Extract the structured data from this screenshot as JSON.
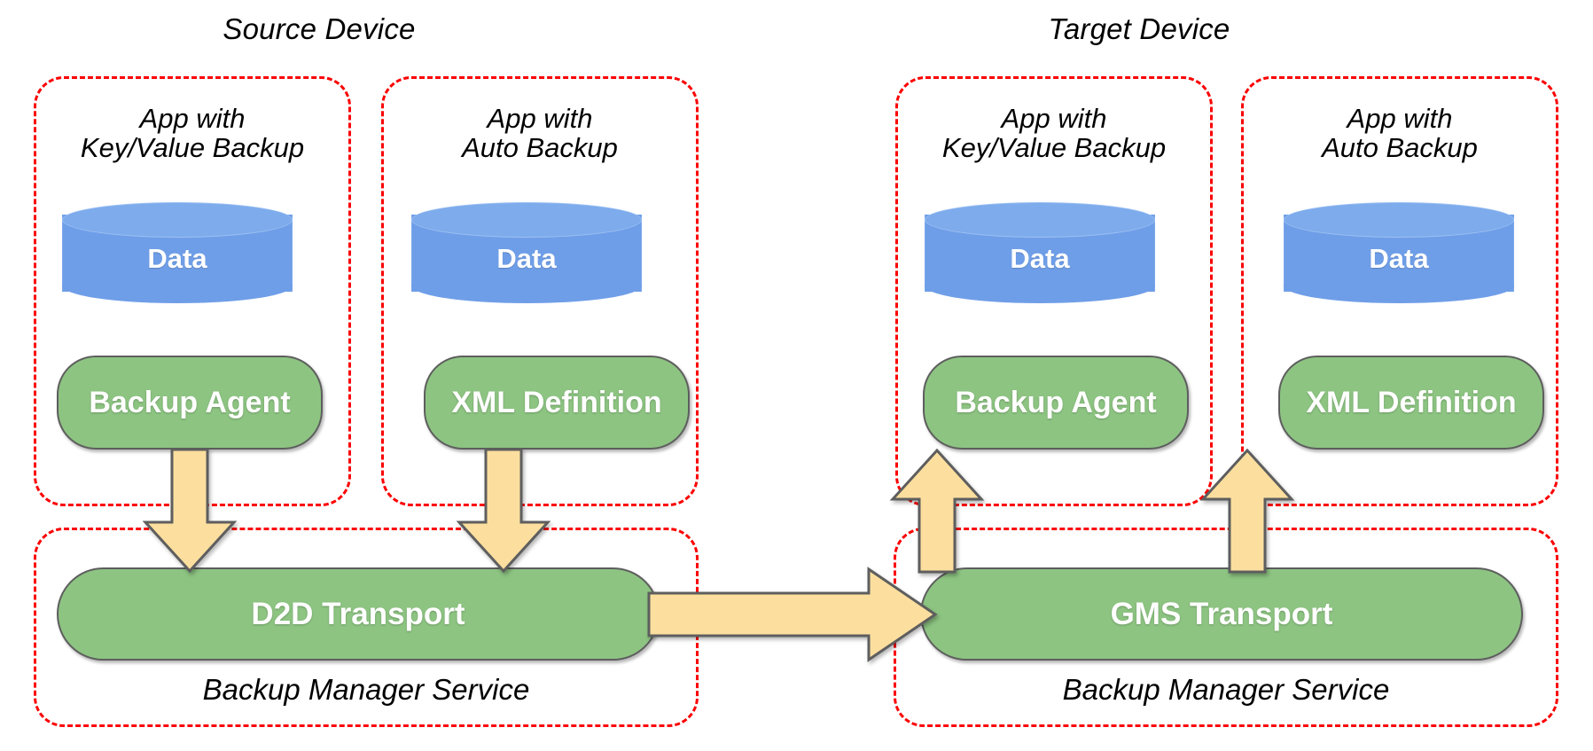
{
  "diagram": {
    "title_left": "Source Device",
    "title_right": "Target Device",
    "colors": {
      "dashed_border": "#fb0000",
      "cylinder_fill": "#6f9ee8",
      "cylinder_top": "#7dabec",
      "component_fill": "#8dc482",
      "component_stroke": "#5e5e5e",
      "arrow_fill": "#fcdf9e",
      "arrow_stroke": "#5e5e5e",
      "text_on_shape": "#ffffff",
      "text_plain": "#000000"
    }
  },
  "source_device": {
    "label": "Source Device",
    "apps": [
      {
        "caption": "App with\nKey/Value Backup",
        "data_label": "Data",
        "component_label": "Backup Agent"
      },
      {
        "caption": "App with\nAuto Backup",
        "data_label": "Data",
        "component_label": "XML Definition"
      }
    ],
    "service": {
      "transport_label": "D2D Transport",
      "service_label": "Backup Manager Service"
    }
  },
  "target_device": {
    "label": "Target Device",
    "apps": [
      {
        "caption": "App with\nKey/Value Backup",
        "data_label": "Data",
        "component_label": "Backup Agent"
      },
      {
        "caption": "App with\nAuto Backup",
        "data_label": "Data",
        "component_label": "XML Definition"
      }
    ],
    "service": {
      "transport_label": "GMS Transport",
      "service_label": "Backup Manager Service"
    }
  },
  "flows": [
    {
      "name": "backup-agent-to-d2d",
      "direction": "down"
    },
    {
      "name": "xml-definition-to-d2d",
      "direction": "down"
    },
    {
      "name": "d2d-to-gms",
      "direction": "right"
    },
    {
      "name": "gms-to-backup-agent",
      "direction": "up"
    },
    {
      "name": "gms-to-xml-definition",
      "direction": "up"
    }
  ]
}
